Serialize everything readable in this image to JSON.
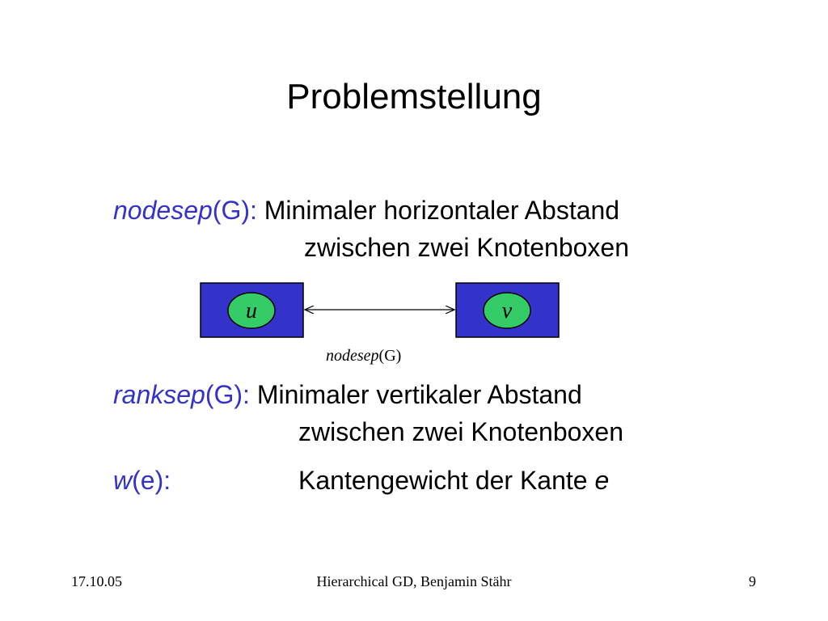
{
  "title": "Problemstellung",
  "definitions": [
    {
      "term": "nodesep",
      "arg": "(G):",
      "desc_line1": "Minimaler horizontaler Abstand",
      "desc_line2": "zwischen zwei Knotenboxen"
    },
    {
      "term": "ranksep",
      "arg": "(G):",
      "desc_line1": "Minimaler vertikaler Abstand",
      "desc_line2": "zwischen zwei Knotenboxen"
    },
    {
      "term": "w",
      "arg": "(e):",
      "desc_line1": "Kantengewicht der Kante",
      "desc_italic": "e"
    }
  ],
  "diagram": {
    "left_node": "u",
    "right_node": "v",
    "caption_term": "nodesep",
    "caption_arg": "(G)",
    "box_color": "#3333cc",
    "node_color": "#33cc66"
  },
  "footer": {
    "date": "17.10.05",
    "center": "Hierarchical GD, Benjamin Stähr",
    "page": "9"
  },
  "colors": {
    "term_color": "#3333cc",
    "text_color": "#000000",
    "background": "#ffffff"
  }
}
